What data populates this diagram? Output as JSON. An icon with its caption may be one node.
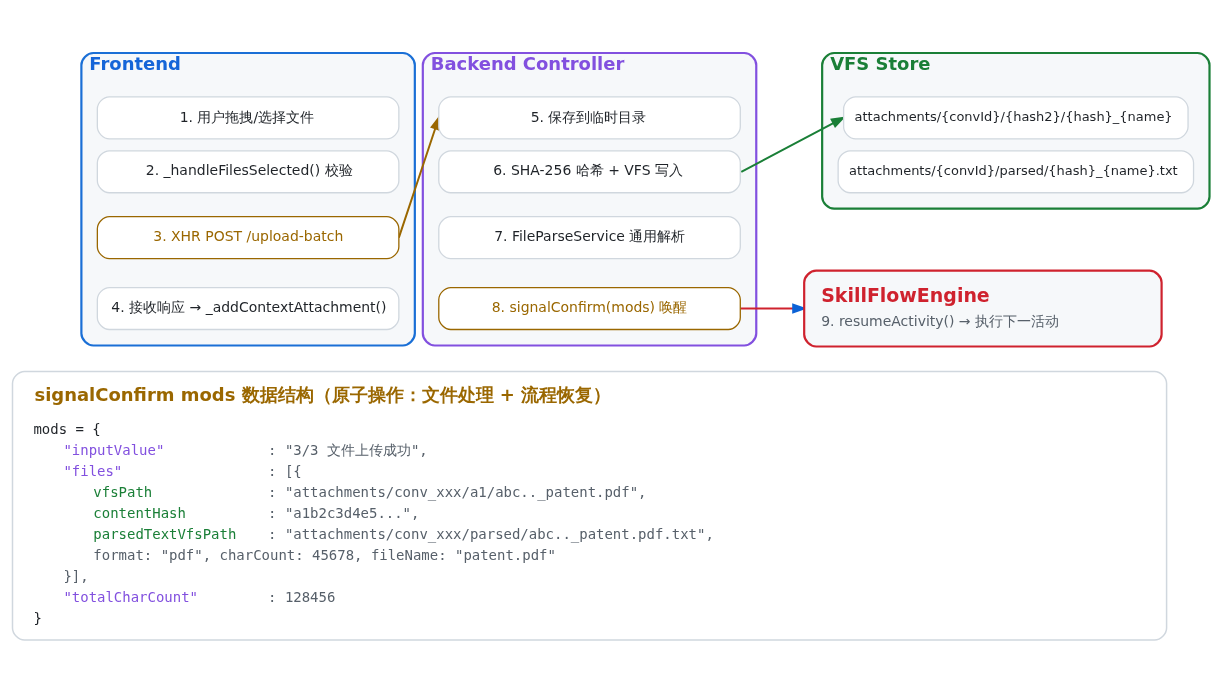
{
  "diagram": {
    "nodes": [
      {
        "text": [
          "Frontend"
        ]
      },
      {
        "text": [
          "1. 用户拖拽/选择文件"
        ],
        "in": 0
      },
      {
        "text": [
          "2. _handleFilesSelected() 校验"
        ],
        "in": 0
      },
      {
        "text": [
          "3. XHR POST /upload-batch"
        ],
        "in": 0
      },
      {
        "text": [
          "4. 接收响应 → _addContextAttachment()"
        ],
        "in": 0
      },
      {
        "text": [
          "Backend Controller"
        ]
      },
      {
        "text": [
          "5. 保存到临时目录"
        ],
        "in": 5
      },
      {
        "text": [
          "6. SHA-256 哈希 + VFS 写入"
        ],
        "in": 5
      },
      {
        "text": [
          "7. FileParseService 通用解析"
        ],
        "in": 5
      },
      {
        "text": [
          "8. signalConfirm(mods) 唤醒"
        ],
        "in": 5
      },
      {
        "text": [
          "VFS Store"
        ]
      },
      {
        "text": [
          "attachments/{convId}/{hash2}/{hash}_{name}"
        ],
        "in": 10
      },
      {
        "text": [
          "attachments/{convId}/parsed/{hash}_{name}.txt"
        ],
        "in": 10
      },
      {
        "text": [
          "SkillFlowEngine",
          "9. resumeActivity() → 执行下一活动"
        ]
      },
      {
        "text": [
          "signalConfirm mods 数据结构（原子操作：文件处理 + 流程恢复）",
          "mods = {",
          "\"inputValue\" : \"3/3 文件上传成功\",",
          "\"files\" : [{",
          "vfsPath : \"attachments/conv_xxx/a1/abc.._patent.pdf\",",
          "contentHash : \"a1b2c3d4e5...\",",
          "parsedTextVfsPath : \"attachments/conv_xxx/parsed/abc.._patent.pdf.txt\",",
          "format: \"pdf\", charCount: 45678, fileName: \"patent.pdf\"",
          "}],",
          "\"totalCharCount\" : 128456",
          "}"
        ]
      }
    ],
    "edges": [
      {
        "from": 3,
        "to": 6,
        "arrow": "to",
        "color": "#9a6700"
      },
      {
        "from": 7,
        "to": 11,
        "arrow": "to",
        "color": "#1a7f37"
      },
      {
        "from": 9,
        "to": 13,
        "arrow": "to",
        "color": "#cf222e"
      }
    ]
  }
}
